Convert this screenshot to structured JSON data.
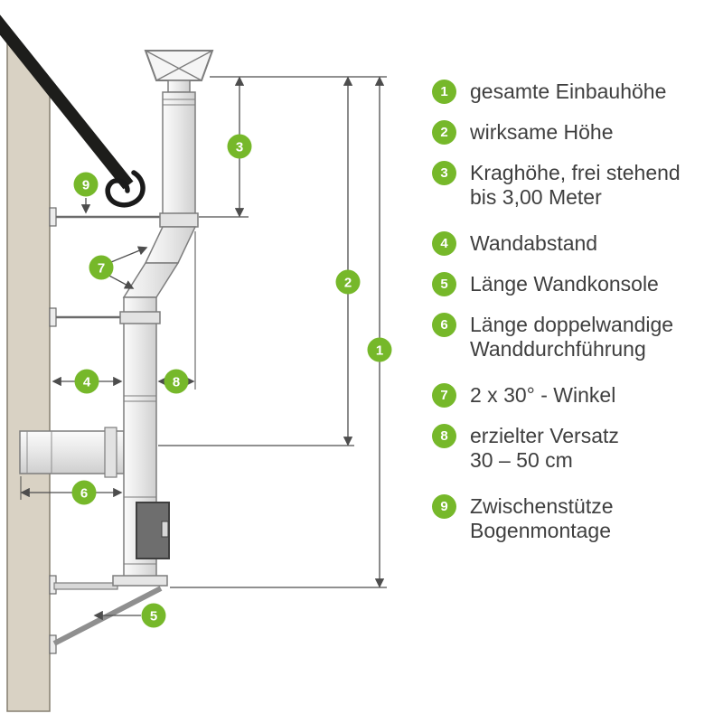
{
  "colors": {
    "accent_green": "#76b82a",
    "wall_fill": "#d9d2c4",
    "pipe_stroke": "#7d7d7d",
    "dim_color": "#4d4d4d",
    "text_color": "#3f3f3f",
    "roof_dark": "#1d1d1b"
  },
  "legend": {
    "items": [
      {
        "number": "1",
        "label": "gesamte Einbauhöhe"
      },
      {
        "number": "2",
        "label": "wirksame Höhe"
      },
      {
        "number": "3",
        "label": "Kraghöhe, frei stehend\nbis 3,00 Meter"
      },
      {
        "number": "4",
        "label": "Wandabstand"
      },
      {
        "number": "5",
        "label": "Länge Wandkonsole"
      },
      {
        "number": "6",
        "label": "Länge doppelwandige\nWanddurchführung"
      },
      {
        "number": "7",
        "label": "2 x 30° - Winkel"
      },
      {
        "number": "8",
        "label": "erzielter Versatz\n30 – 50 cm"
      },
      {
        "number": "9",
        "label": "Zwischenstütze\nBogenmontage"
      }
    ]
  },
  "diagram": {
    "markers": [
      {
        "number": "1"
      },
      {
        "number": "2"
      },
      {
        "number": "3"
      },
      {
        "number": "4"
      },
      {
        "number": "5"
      },
      {
        "number": "6"
      },
      {
        "number": "7"
      },
      {
        "number": "8"
      },
      {
        "number": "9"
      }
    ]
  }
}
